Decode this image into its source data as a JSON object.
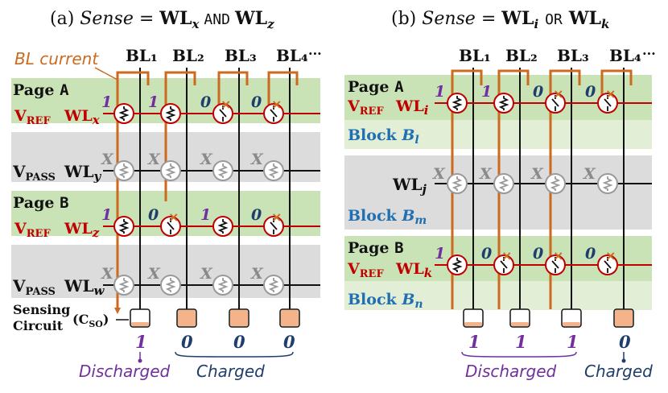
{
  "colors": {
    "green": "#c9e3b6",
    "gray": "#dcdcdc",
    "orange": "#cc6a1f",
    "red": "#c00000",
    "purple": "#7030a0",
    "navy": "#1f3e6e",
    "blue": "#1f6fb2",
    "fill": "#f5b38a"
  },
  "panel_a": {
    "title_prefix": "(a) ",
    "title_sense": "Sense",
    "title_eq": " = ",
    "title_op1": "WL",
    "title_sub1": "x",
    "title_and": "AND",
    "title_op2": "WL",
    "title_sub2": "z",
    "bl_current": "BL current",
    "bitlines": [
      "BL₁",
      "BL₂",
      "BL₃",
      "BL₄"
    ],
    "ellipsis": "···",
    "page_a": "Page ",
    "page_a_letter": "A",
    "page_b": "Page ",
    "page_b_letter": "B",
    "vref": "V",
    "vref_sub": "REF",
    "vpass": "V",
    "vpass_sub": "PASS",
    "wl": "WL",
    "wl_x": "x",
    "wl_y": "y",
    "wl_z": "z",
    "wl_w": "w",
    "row_x_bits": [
      "1",
      "1",
      "0",
      "0"
    ],
    "row_z_bits": [
      "1",
      "0",
      "1",
      "0"
    ],
    "x_mark": "X",
    "sensing1": "Sensing",
    "sensing2": "Circuit",
    "cso": "(C",
    "cso_sub": "SO",
    "cso_end": ")",
    "outputs": [
      "1",
      "0",
      "0",
      "0"
    ],
    "discharged": "Discharged",
    "charged": "Charged"
  },
  "panel_b": {
    "title_prefix": "(b) ",
    "title_sense": "Sense",
    "title_eq": " = ",
    "title_op1": "WL",
    "title_sub1": "i",
    "title_or": "OR",
    "title_op2": "WL",
    "title_sub2": "k",
    "bitlines": [
      "BL₁",
      "BL₂",
      "BL₃",
      "BL₄"
    ],
    "ellipsis": "···",
    "page_a": "Page ",
    "page_a_letter": "A",
    "page_b": "Page ",
    "page_b_letter": "B",
    "vref": "V",
    "vref_sub": "REF",
    "wl": "WL",
    "wl_i": "i",
    "wl_j": "j",
    "wl_k": "k",
    "block": "Block ",
    "block_b": "B",
    "block_l": "l",
    "block_m": "m",
    "block_n": "n",
    "row_i_bits": [
      "1",
      "1",
      "0",
      "0"
    ],
    "row_k_bits": [
      "1",
      "0",
      "0",
      "0"
    ],
    "outputs": [
      "1",
      "1",
      "1",
      "0"
    ],
    "discharged": "Discharged",
    "charged": "Charged"
  }
}
